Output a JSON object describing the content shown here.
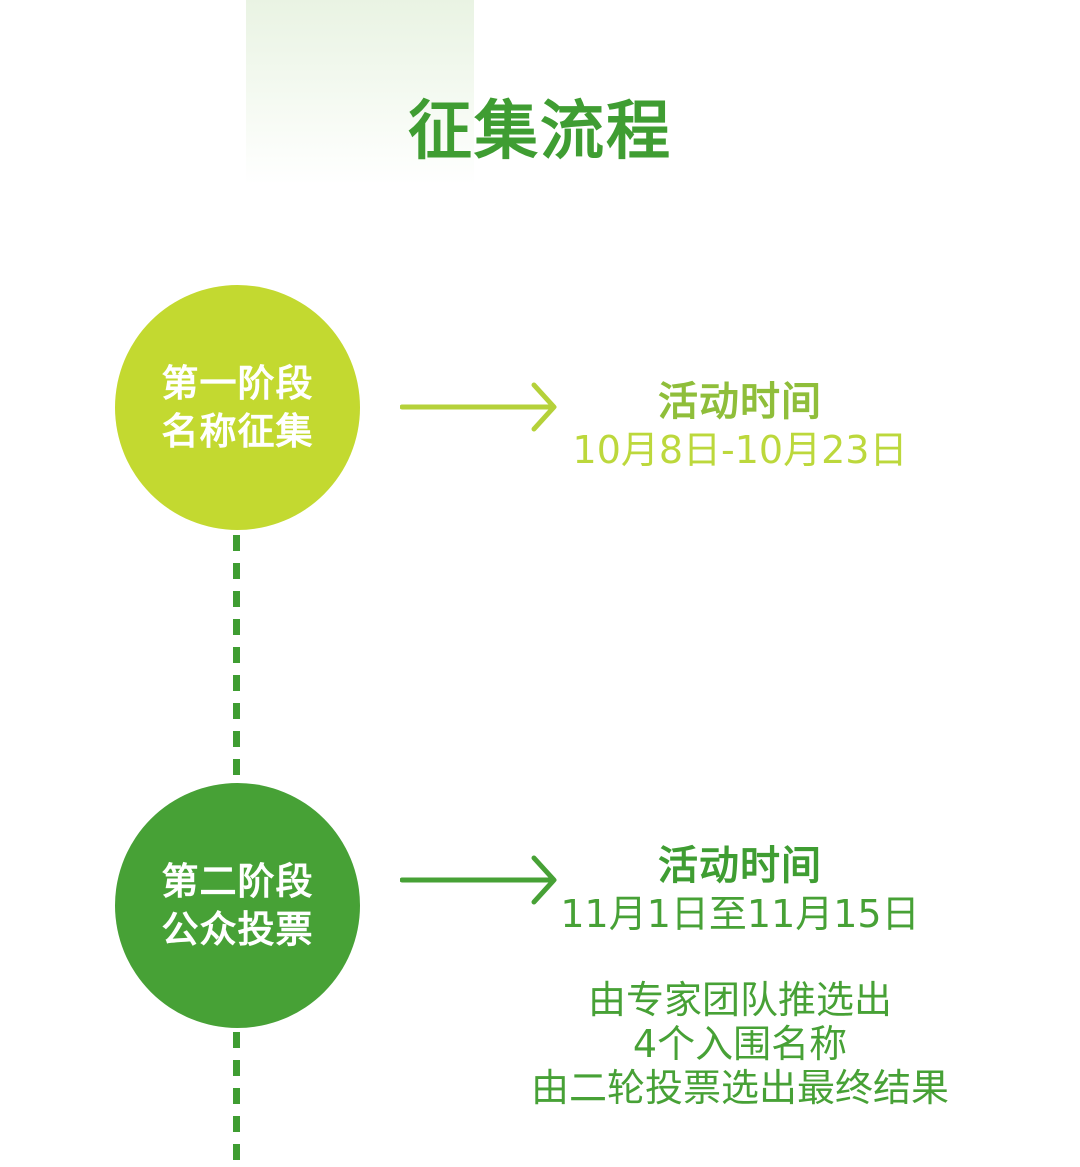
{
  "title": "征集流程",
  "colors": {
    "stage1": "#c3d930",
    "stage2": "#47a136",
    "title": "#3f9d32"
  },
  "stages": [
    {
      "line1": "第一阶段",
      "line2": "名称征集",
      "heading": "活动时间",
      "date": "10月8日-10月23日"
    },
    {
      "line1": "第二阶段",
      "line2": "公众投票",
      "heading": "活动时间",
      "date": "11月1日至11月15日",
      "notes": [
        "由专家团队推选出",
        "4个入围名称",
        "由二轮投票选出最终结果"
      ]
    }
  ]
}
